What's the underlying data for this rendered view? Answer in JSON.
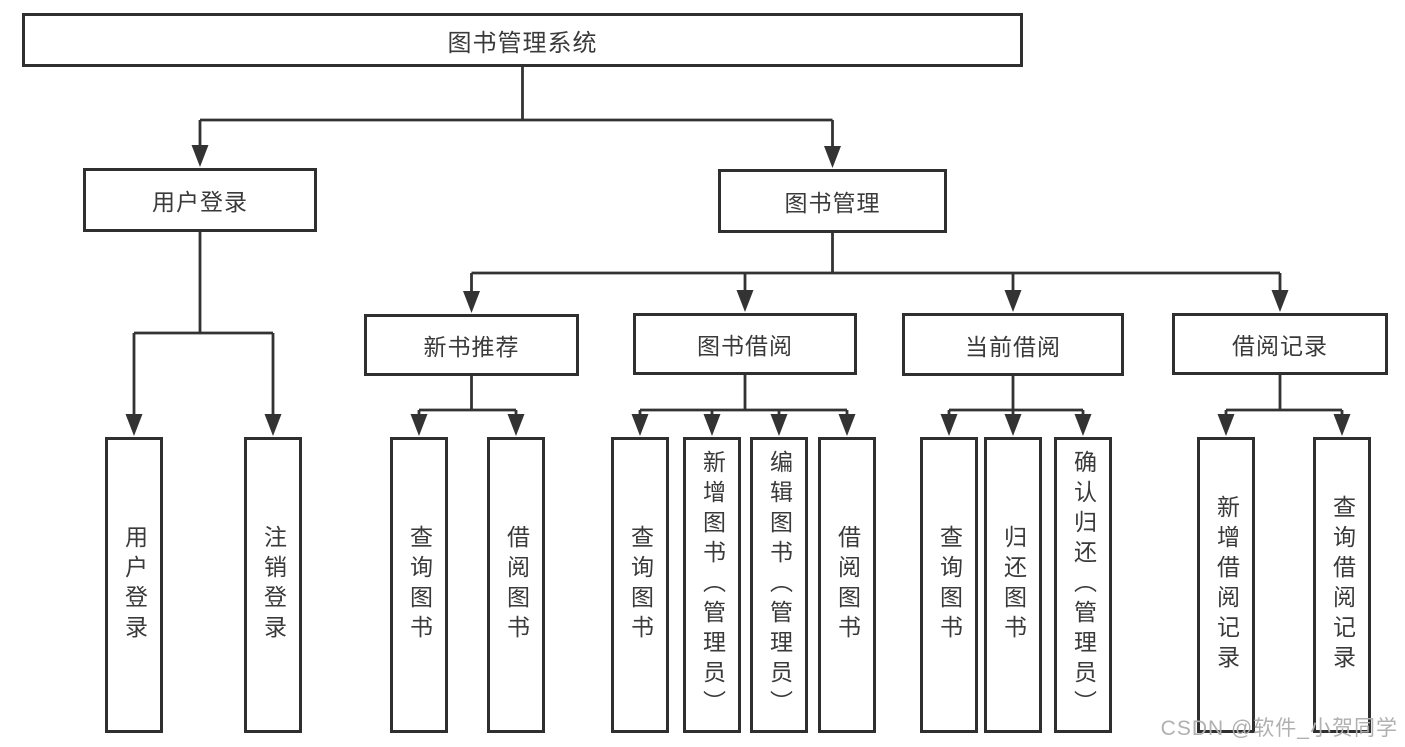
{
  "diagram": {
    "root": "图书管理系统",
    "level2": {
      "user_login": "用户登录",
      "book_management": "图书管理"
    },
    "level3": {
      "new_book_recommendation": "新书推荐",
      "book_borrowing": "图书借阅",
      "current_borrowing": "当前借阅",
      "borrowing_records": "借阅记录"
    },
    "leaves": {
      "login": "用户登录",
      "logout": "注销登录",
      "rec_query": "查询图书",
      "rec_borrow": "借阅图书",
      "bor_query": "查询图书",
      "bor_add": "新增图书（管理员）",
      "bor_edit": "编辑图书（管理员）",
      "bor_borrow": "借阅图书",
      "cur_query": "查询图书",
      "cur_return": "归还图书",
      "cur_confirm": "确认归还（管理员）",
      "log_add": "新增借阅记录",
      "log_query": "查询借阅记录"
    },
    "colors": {
      "line": "#333333",
      "box_border": "#2f2f2f",
      "text": "#3a3a3a",
      "watermark": "#b0b0b0",
      "background": "#ffffff"
    }
  },
  "watermark": "CSDN @软件_小贺同学"
}
